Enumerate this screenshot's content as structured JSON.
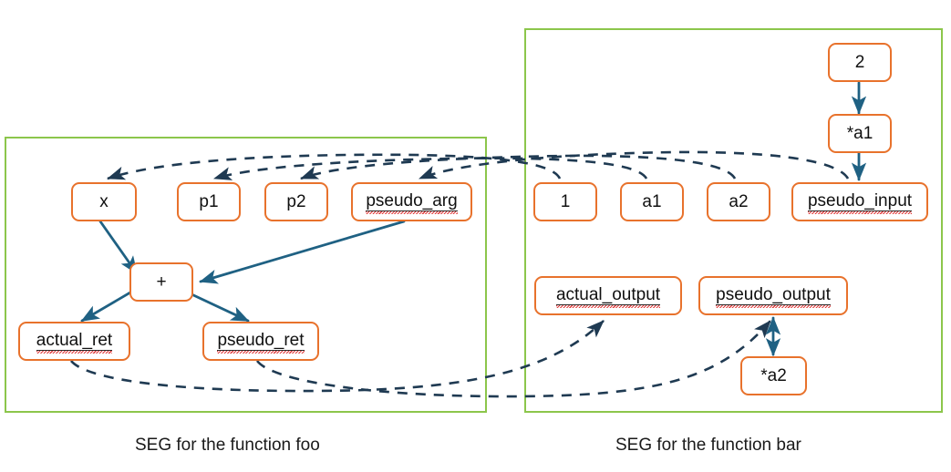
{
  "diagram": {
    "title_left": "SEG for the function foo",
    "title_right": "SEG for the function bar",
    "colors": {
      "panel_border": "#8CC64B",
      "node_border": "#E8722C",
      "node_fill": "#FFFFFF",
      "solid_edge": "#1F6183",
      "dashed_edge": "#1F3A52",
      "text": "#101010",
      "spell_underline": "#E03A3A"
    }
  },
  "panels": [
    {
      "id": "foo",
      "caption": "SEG for the function foo"
    },
    {
      "id": "bar",
      "caption": "SEG for the function bar"
    }
  ],
  "left_panel": {
    "caption": "SEG for the function foo",
    "nodes": [
      {
        "id": "x",
        "label": "x",
        "spell": false
      },
      {
        "id": "p1",
        "label": "p1",
        "spell": false
      },
      {
        "id": "p2",
        "label": "p2",
        "spell": false
      },
      {
        "id": "pseudo_arg",
        "label": "pseudo_arg",
        "spell": true
      },
      {
        "id": "plus",
        "label": "+",
        "spell": false
      },
      {
        "id": "actual_ret",
        "label": "actual_ret",
        "spell": true
      },
      {
        "id": "pseudo_ret",
        "label": "pseudo_ret",
        "spell": true
      }
    ]
  },
  "right_panel": {
    "caption": "SEG for the function bar",
    "nodes": [
      {
        "id": "two",
        "label": "2",
        "spell": false
      },
      {
        "id": "star_a1",
        "label": "*a1",
        "spell": false
      },
      {
        "id": "one",
        "label": "1",
        "spell": false
      },
      {
        "id": "a1",
        "label": "a1",
        "spell": false
      },
      {
        "id": "a2",
        "label": "a2",
        "spell": false
      },
      {
        "id": "pseudo_input",
        "label": "pseudo_input",
        "spell": true
      },
      {
        "id": "actual_output",
        "label": "actual_output",
        "spell": true
      },
      {
        "id": "pseudo_output",
        "label": "pseudo_output",
        "spell": true
      },
      {
        "id": "star_a2",
        "label": "*a2",
        "spell": false
      }
    ]
  },
  "edges": {
    "solid": [
      {
        "from": "x",
        "to": "plus",
        "style": "solid",
        "arrow": "end"
      },
      {
        "from": "pseudo_arg",
        "to": "plus",
        "style": "solid",
        "arrow": "end"
      },
      {
        "from": "plus",
        "to": "actual_ret",
        "style": "solid",
        "arrow": "end"
      },
      {
        "from": "plus",
        "to": "pseudo_ret",
        "style": "solid",
        "arrow": "end"
      },
      {
        "from": "two",
        "to": "star_a1",
        "style": "solid",
        "arrow": "end"
      },
      {
        "from": "star_a1",
        "to": "pseudo_input",
        "style": "solid",
        "arrow": "end"
      },
      {
        "from": "star_a2",
        "to": "pseudo_output",
        "style": "solid",
        "arrow": "both"
      }
    ],
    "dashed": [
      {
        "from": "one",
        "to": "x",
        "style": "dashed",
        "arrow": "end"
      },
      {
        "from": "a1",
        "to": "p1",
        "style": "dashed",
        "arrow": "end"
      },
      {
        "from": "a2",
        "to": "p2",
        "style": "dashed",
        "arrow": "end"
      },
      {
        "from": "pseudo_input",
        "to": "pseudo_arg",
        "style": "dashed",
        "arrow": "end"
      },
      {
        "from": "actual_ret",
        "to": "actual_output",
        "style": "dashed",
        "arrow": "end"
      },
      {
        "from": "pseudo_ret",
        "to": "pseudo_output",
        "style": "dashed",
        "arrow": "end"
      }
    ]
  }
}
